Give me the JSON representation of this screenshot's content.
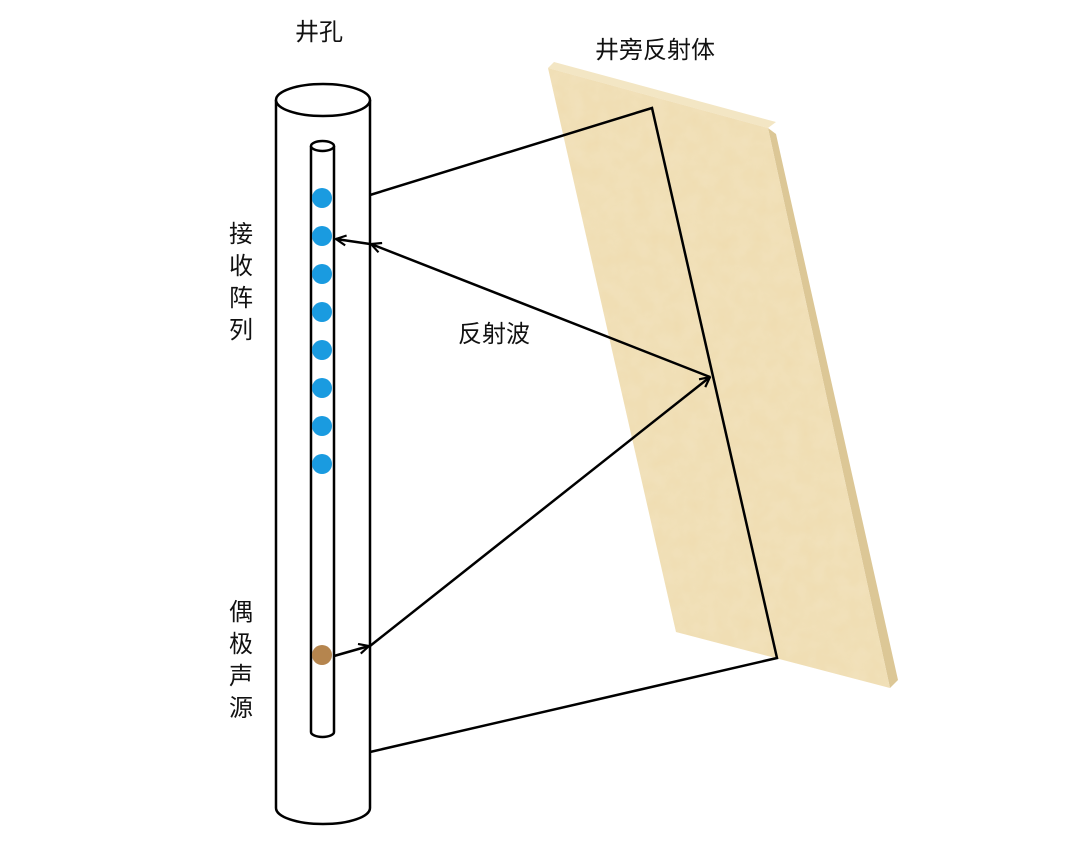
{
  "labels": {
    "borehole": "井孔",
    "reflector": "井旁反射体",
    "receiver_array": "接收阵列",
    "dipole_source": "偶极声源",
    "reflected_wave": "反射波"
  },
  "colors": {
    "receiver": "#1a9be0",
    "source": "#b5854e",
    "reflector_face": "#efdcb0",
    "reflector_side": "#dcc796",
    "line": "#000000"
  },
  "receiver_count": 8
}
